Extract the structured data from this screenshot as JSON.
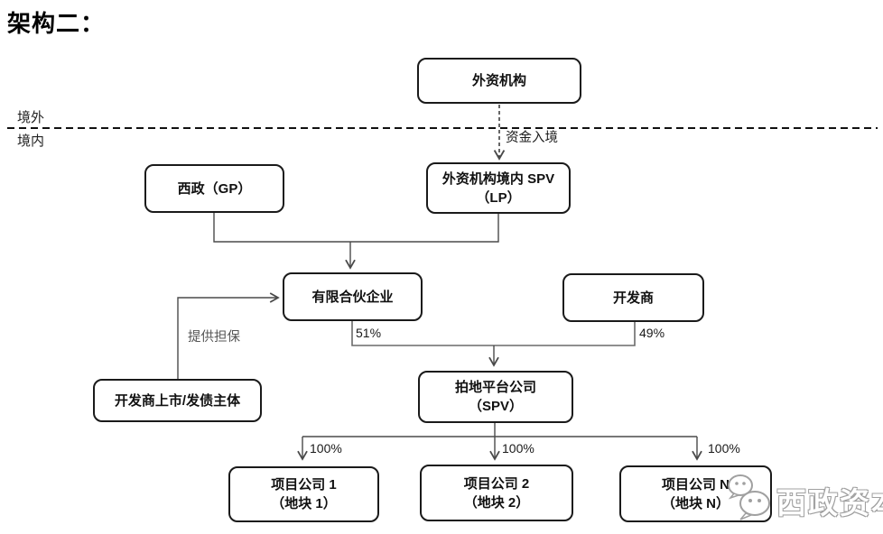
{
  "title": "架构二：",
  "divider": {
    "offshore": "境外",
    "onshore": "境内"
  },
  "nodes": {
    "foreign_institution": {
      "label": "外资机构"
    },
    "xizheng_gp": {
      "label": "西政（GP）"
    },
    "domestic_spv": {
      "line1": "外资机构境内 SPV",
      "line2": "（LP）"
    },
    "limited_partnership": {
      "label": "有限合伙企业"
    },
    "developer": {
      "label": "开发商"
    },
    "land_platform": {
      "line1": "拍地平台公司",
      "line2": "（SPV）"
    },
    "developer_listed": {
      "label": "开发商上市/发债主体"
    },
    "project_1": {
      "line1": "项目公司 1",
      "line2": "（地块 1）"
    },
    "project_2": {
      "line1": "项目公司 2",
      "line2": "（地块 2）"
    },
    "project_n": {
      "line1": "项目公司 N",
      "line2": "（地块 N）"
    }
  },
  "edge_labels": {
    "capital_inflow": "资金入境",
    "guarantee": "提供担保",
    "lp_share": "51%",
    "developer_share": "49%",
    "project_1_share": "100%",
    "project_2_share": "100%",
    "project_n_share": "100%"
  },
  "watermark": {
    "text": "西政资本",
    "icon": "wechat-logo-icon"
  },
  "colors": {
    "line": "#4a4a4a",
    "box_border": "#1a1a1a",
    "background": "#ffffff",
    "watermark": "#a0a0a0",
    "guarantee_label": "#555555"
  }
}
